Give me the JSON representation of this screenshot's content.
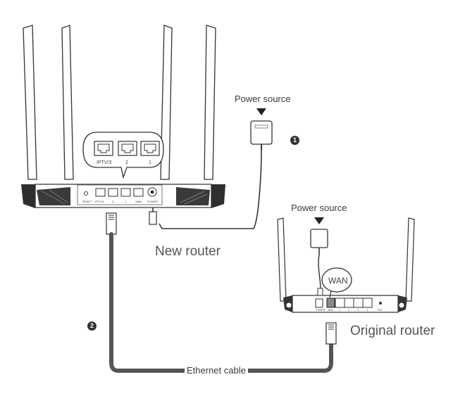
{
  "labels": {
    "power_source_1": "Power source",
    "power_source_2": "Power source",
    "new_router": "New router",
    "original_router": "Original router",
    "ethernet_cable": "Ethernet cable",
    "wan_callout": "WAN"
  },
  "steps": [
    "1",
    "2"
  ],
  "new_router": {
    "zoom_ports": [
      "IPTV/3",
      "2",
      "1"
    ],
    "panel_labels": [
      "RESET",
      "IPTV/3",
      "2",
      "1",
      "WAN",
      "POWER"
    ]
  },
  "original_router": {
    "panel_labels": [
      "POWER",
      "WAN",
      "1",
      "2",
      "3",
      "4",
      "RST"
    ]
  }
}
